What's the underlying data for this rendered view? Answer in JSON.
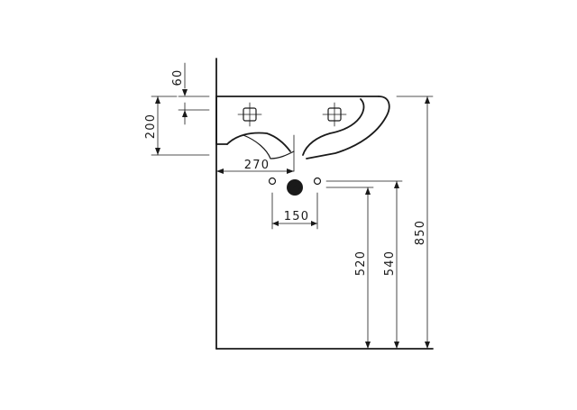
{
  "dimensions": {
    "d60": "60",
    "d200": "200",
    "d270": "270",
    "d150": "150",
    "d520": "520",
    "d540": "540",
    "d850": "850"
  },
  "colors": {
    "line": "#1a1a1a",
    "background": "#ffffff"
  }
}
